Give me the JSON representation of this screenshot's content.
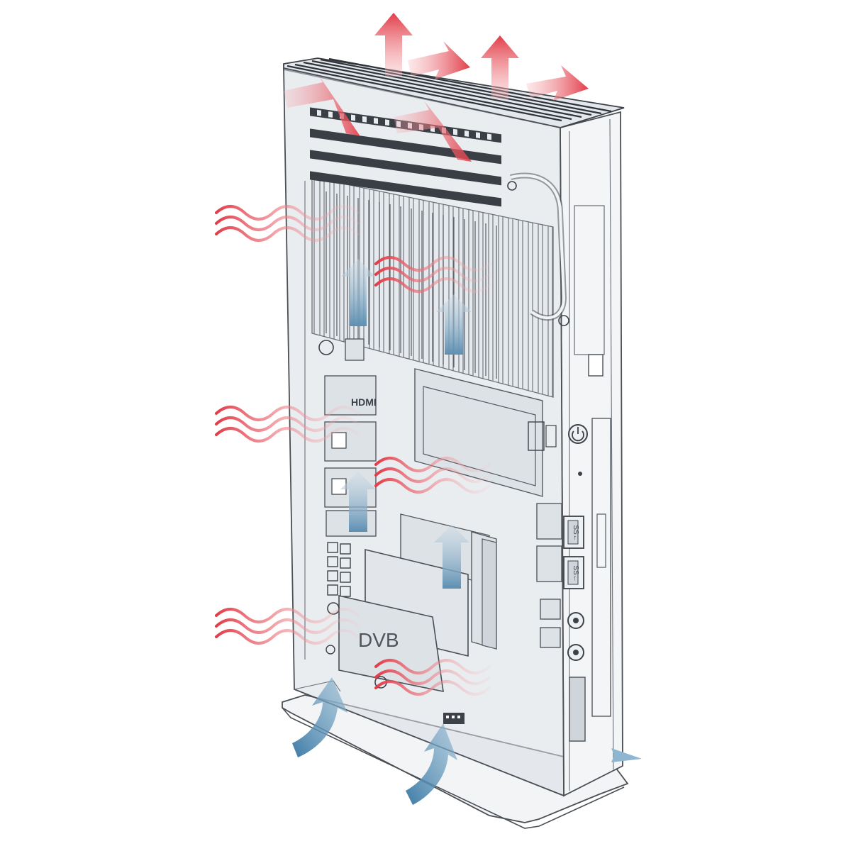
{
  "labels": {
    "dvb": "DVB",
    "usb_a": "SS←",
    "usb_b": "SS←"
  },
  "icons": [
    "power-icon",
    "headphone-jack-icon",
    "microphone-jack-icon",
    "usb-port-icon"
  ],
  "colors": {
    "hot_air": "#e0454f",
    "cool_air": "#4a86ad",
    "chassis_outline": "#4a4f55",
    "panel_fill": "#d9dfe4"
  }
}
